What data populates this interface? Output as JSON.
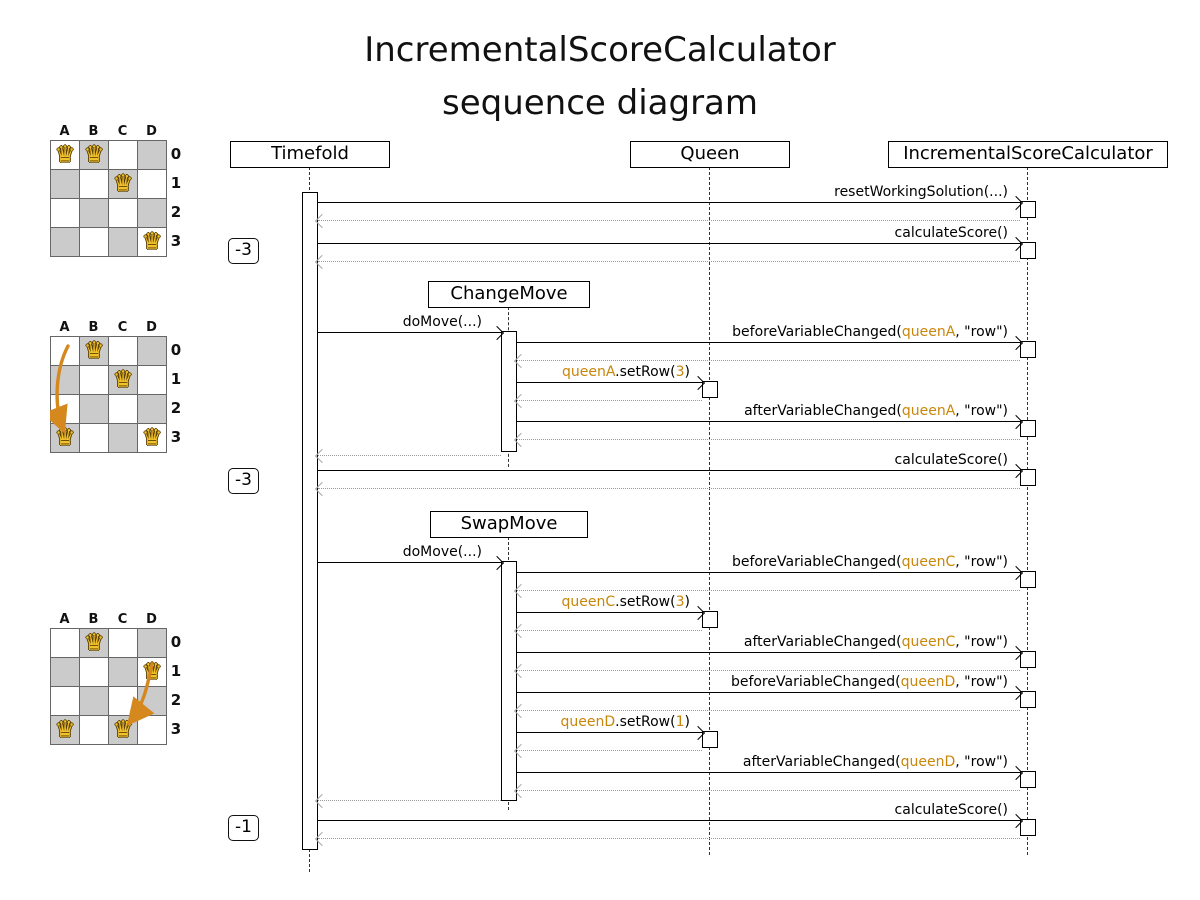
{
  "title": {
    "line1": "IncrementalScoreCalculator",
    "line2": "sequence diagram"
  },
  "participants": {
    "timefold": "Timefold",
    "queen": "Queen",
    "calculator": "IncrementalScoreCalculator",
    "change_move": "ChangeMove",
    "swap_move": "SwapMove"
  },
  "scores": {
    "initial": "-3",
    "after_change_move": "-3",
    "after_swap_move": "-1"
  },
  "messages": {
    "reset": {
      "text": "resetWorkingSolution(...)"
    },
    "calculate1": {
      "text": "calculateScore()"
    },
    "do_move1": {
      "text": "doMove(...)"
    },
    "beforeA": {
      "pre": "beforeVariableChanged(",
      "arg": "queenA",
      "post": ", \"row\")"
    },
    "set_rowA": {
      "obj": "queenA",
      "mid": ".setRow(",
      "val": "3",
      "post": ")"
    },
    "afterA": {
      "pre": "afterVariableChanged(",
      "arg": "queenA",
      "post": ", \"row\")"
    },
    "calculate2": {
      "text": "calculateScore()"
    },
    "do_move2": {
      "text": "doMove(...)"
    },
    "beforeC": {
      "pre": "beforeVariableChanged(",
      "arg": "queenC",
      "post": ", \"row\")"
    },
    "set_rowC": {
      "obj": "queenC",
      "mid": ".setRow(",
      "val": "3",
      "post": ")"
    },
    "afterC": {
      "pre": "afterVariableChanged(",
      "arg": "queenC",
      "post": ", \"row\")"
    },
    "beforeD": {
      "pre": "beforeVariableChanged(",
      "arg": "queenD",
      "post": ", \"row\")"
    },
    "set_rowD": {
      "obj": "queenD",
      "mid": ".setRow(",
      "val": "1",
      "post": ")"
    },
    "afterD": {
      "pre": "afterVariableChanged(",
      "arg": "queenD",
      "post": ", \"row\")"
    },
    "calculate3": {
      "text": "calculateScore()"
    }
  },
  "boards": {
    "cols": [
      "A",
      "B",
      "C",
      "D"
    ],
    "rows": [
      "0",
      "1",
      "2",
      "3"
    ],
    "queen_glyph": "♛",
    "board1": {
      "queens": [
        [
          0,
          0
        ],
        [
          1,
          0
        ],
        [
          2,
          1
        ],
        [
          3,
          3
        ]
      ]
    },
    "board2": {
      "queens": [
        [
          1,
          0
        ],
        [
          2,
          1
        ],
        [
          0,
          3
        ],
        [
          3,
          3
        ]
      ],
      "move_from": "A0",
      "move_to": "A3"
    },
    "board3": {
      "queens": [
        [
          1,
          0
        ],
        [
          3,
          1
        ],
        [
          0,
          3
        ],
        [
          2,
          3
        ]
      ],
      "move_from": "D1",
      "move_to": "C3"
    }
  },
  "colors": {
    "highlight": "#c8860a",
    "move_arrow": "#d4881e",
    "board_dark_cell": "#cbcbcb",
    "queen_gold": "#f2c12e",
    "return_line": "#9a9a9a"
  }
}
